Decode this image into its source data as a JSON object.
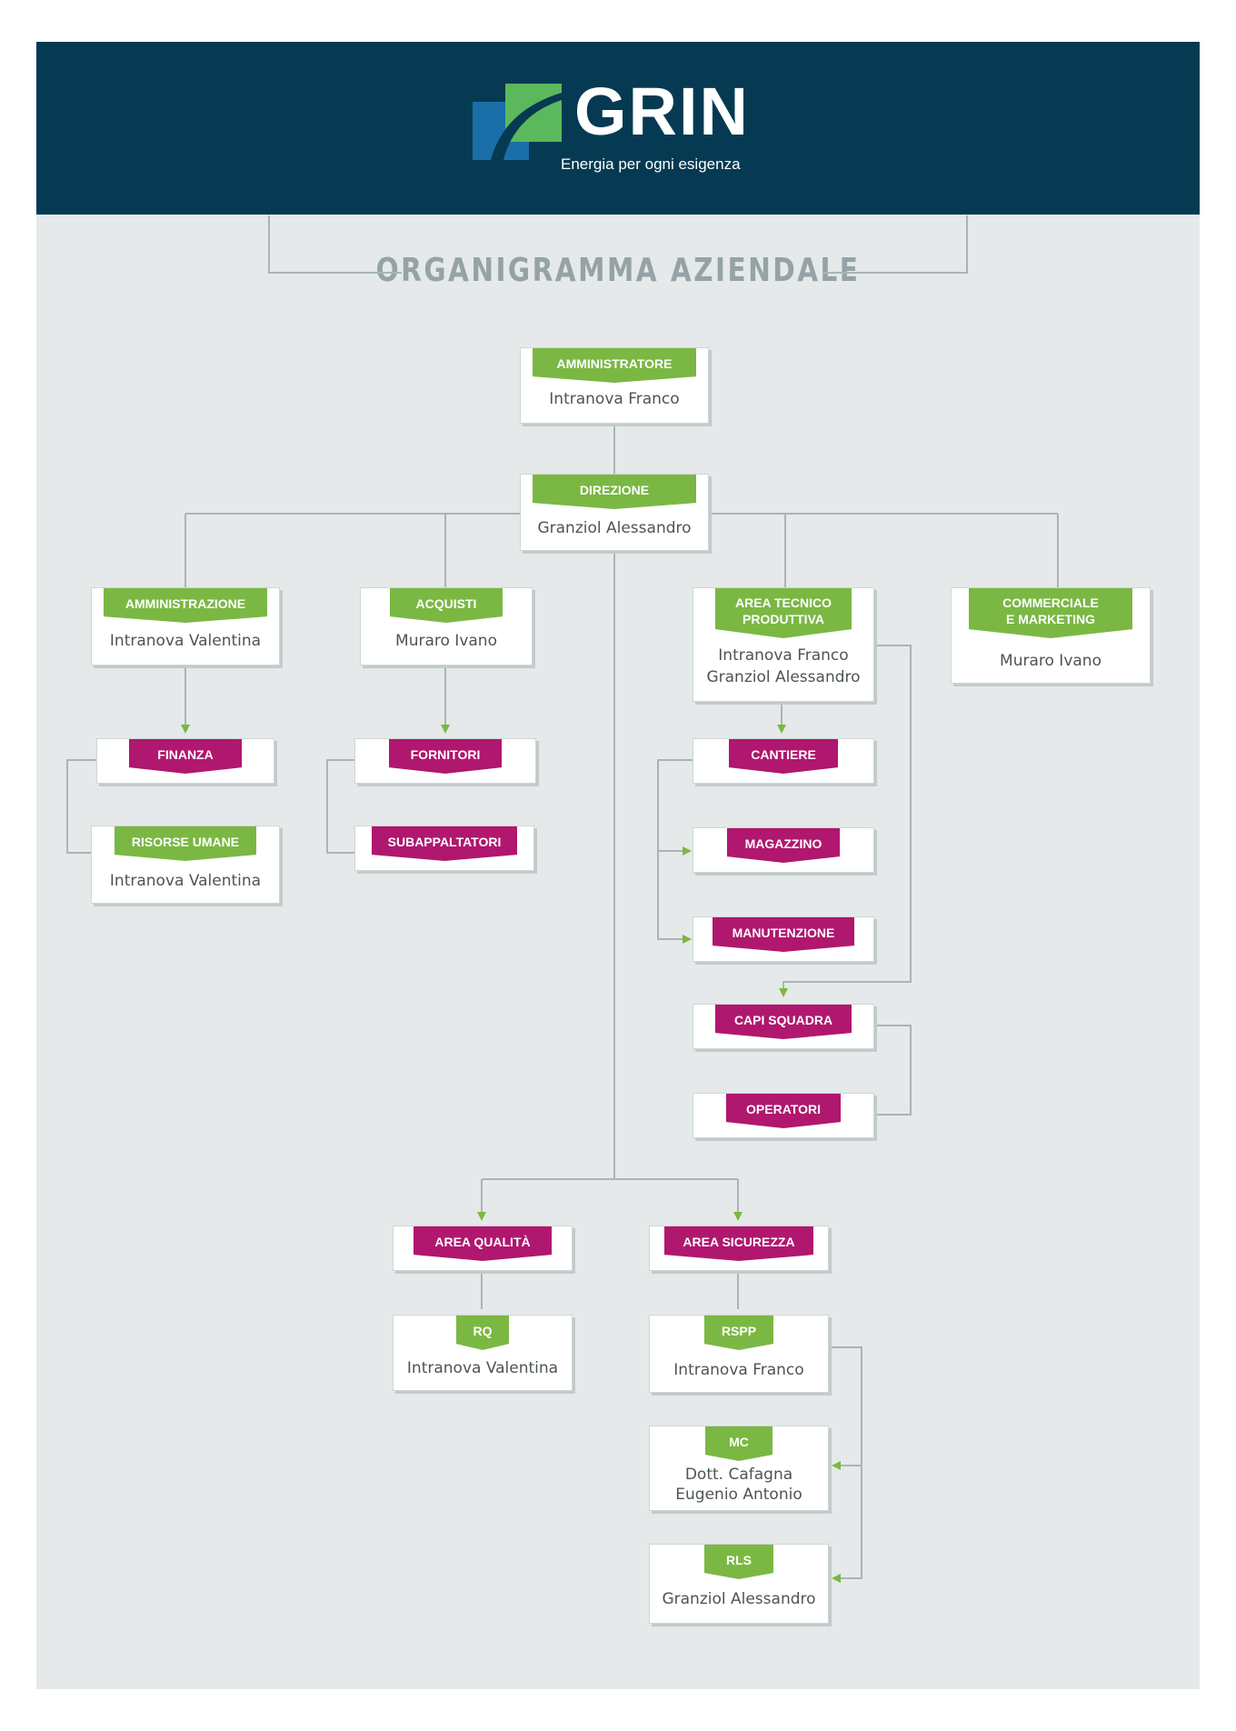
{
  "header": {
    "brand": "GRIN",
    "tagline": "Energia per ogni esigenza",
    "colors": {
      "background": "#063a52",
      "logo_blue": "#1a6fa8",
      "logo_green": "#5cb85c"
    }
  },
  "title": "ORGANIGRAMMA AZIENDALE",
  "colors": {
    "role_green": "#7ab843",
    "role_magenta": "#b0176e",
    "page_bg": "#e5e9ea",
    "line": "#aab4b7",
    "arrow": "#7ab843"
  },
  "nodes": {
    "amministratore": {
      "role": "AMMINISTRATORE",
      "person": "Intranova Franco"
    },
    "direzione": {
      "role": "DIREZIONE",
      "person": "Granziol Alessandro"
    },
    "amministrazione": {
      "role": "AMMINISTRAZIONE",
      "person": "Intranova Valentina"
    },
    "acquisti": {
      "role": "ACQUISTI",
      "person": "Muraro Ivano"
    },
    "area_tecnico": {
      "role_line1": "AREA TECNICO",
      "role_line2": "PRODUTTIVA",
      "person_line1": "Intranova Franco",
      "person_line2": "Granziol Alessandro"
    },
    "commerciale": {
      "role_line1": "COMMERCIALE",
      "role_line2": "E MARKETING",
      "person": "Muraro Ivano"
    },
    "finanza": {
      "role": "FINANZA"
    },
    "risorse_umane": {
      "role": "RISORSE UMANE",
      "person": "Intranova Valentina"
    },
    "fornitori": {
      "role": "FORNITORI"
    },
    "subappaltatori": {
      "role": "SUBAPPALTATORI"
    },
    "cantiere": {
      "role": "CANTIERE"
    },
    "magazzino": {
      "role": "MAGAZZINO"
    },
    "manutenzione": {
      "role": "MANUTENZIONE"
    },
    "capi_squadra": {
      "role": "CAPI SQUADRA"
    },
    "operatori": {
      "role": "OPERATORI"
    },
    "area_qualita": {
      "role": "AREA QUALITÀ"
    },
    "area_sicurezza": {
      "role": "AREA SICUREZZA"
    },
    "rq": {
      "role": "RQ",
      "person": "Intranova Valentina"
    },
    "rspp": {
      "role": "RSPP",
      "person": "Intranova Franco"
    },
    "mc": {
      "role": "MC",
      "person_line1": "Dott. Cafagna",
      "person_line2": "Eugenio Antonio"
    },
    "rls": {
      "role": "RLS",
      "person": "Granziol Alessandro"
    }
  }
}
